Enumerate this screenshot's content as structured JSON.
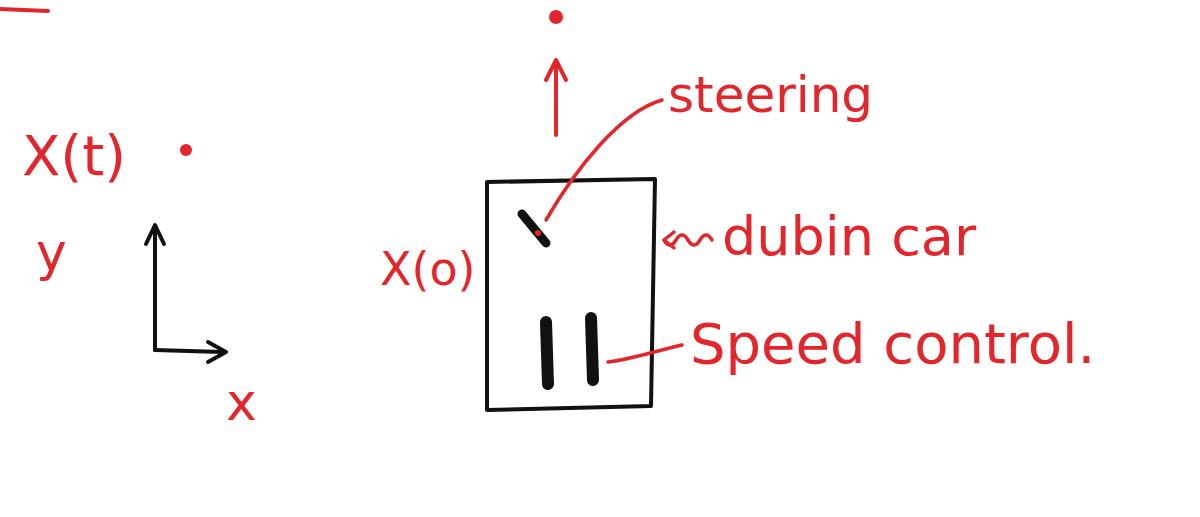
{
  "diagram": {
    "labels": [
      "X(t)",
      "X(o)",
      "steering",
      "dubin car",
      "Speed control.",
      "y",
      "x"
    ]
  }
}
